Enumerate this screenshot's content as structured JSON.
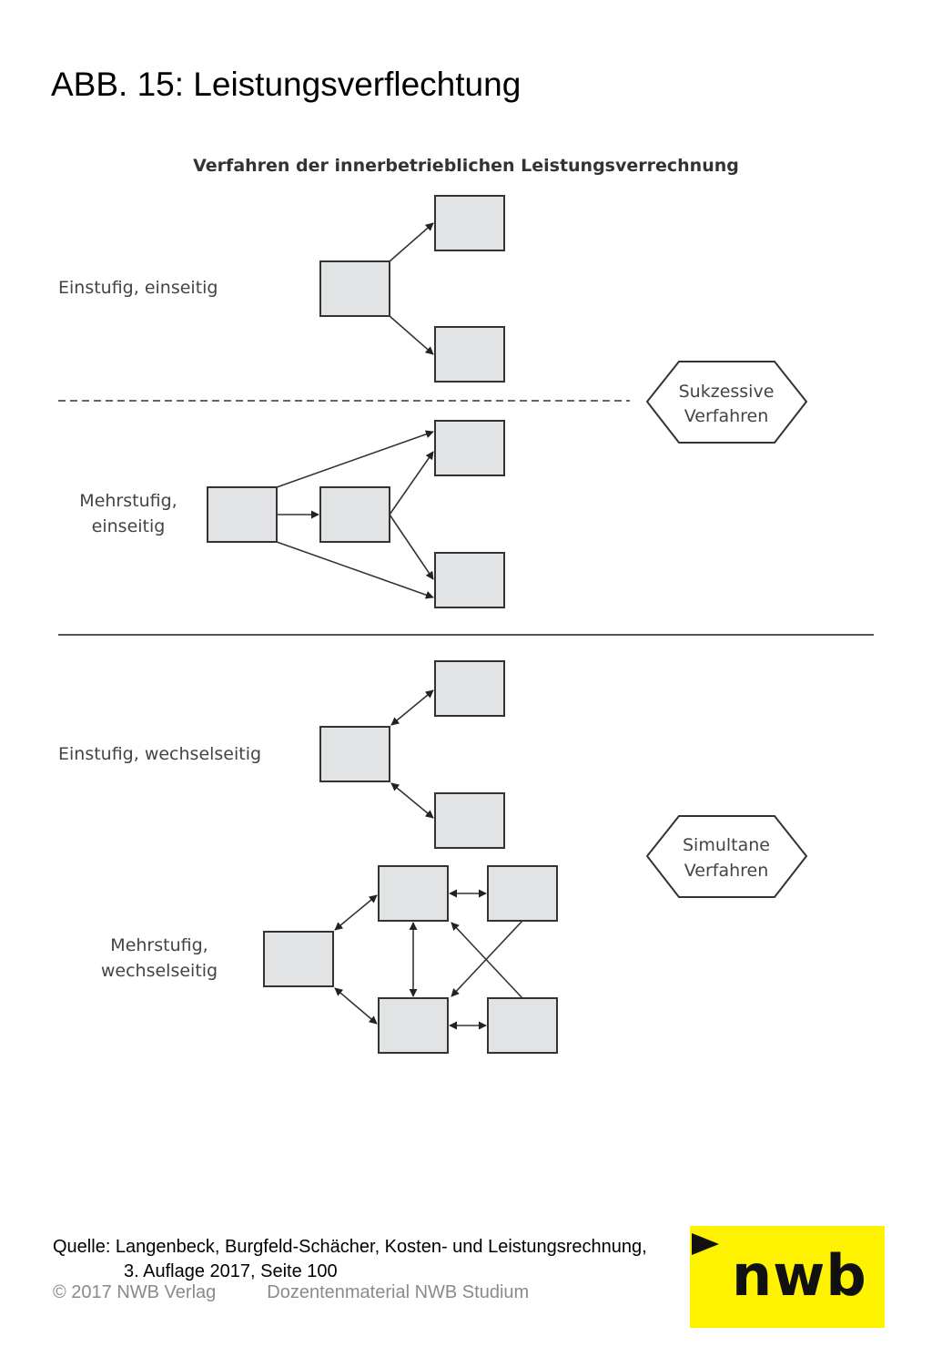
{
  "slide_title": "ABB. 15: Leistungsverflechtung",
  "diagram": {
    "title": "Verfahren der innerbetrieblichen Leistungsverrechnung",
    "rows": {
      "r1": "Einstufig, einseitig",
      "r2_line1": "Mehrstufig,",
      "r2_line2": "einseitig",
      "r3": "Einstufig, wechselseitig",
      "r4_line1": "Mehrstufig,",
      "r4_line2": "wechselseitig"
    },
    "groups": {
      "g1_line1": "Sukzessive",
      "g1_line2": "Verfahren",
      "g2_line1": "Simultane",
      "g2_line2": "Verfahren"
    }
  },
  "source": {
    "line1": "Quelle: Langenbeck, Burgfeld-Schächer, Kosten- und Leistungsrechnung,",
    "line2": "3. Auflage 2017, Seite 100"
  },
  "footer": {
    "copyright": "© 2017 NWB Verlag",
    "material": "Dozentenmaterial NWB Studium"
  },
  "logo": {
    "text": "nwb",
    "color": "#fff200"
  }
}
